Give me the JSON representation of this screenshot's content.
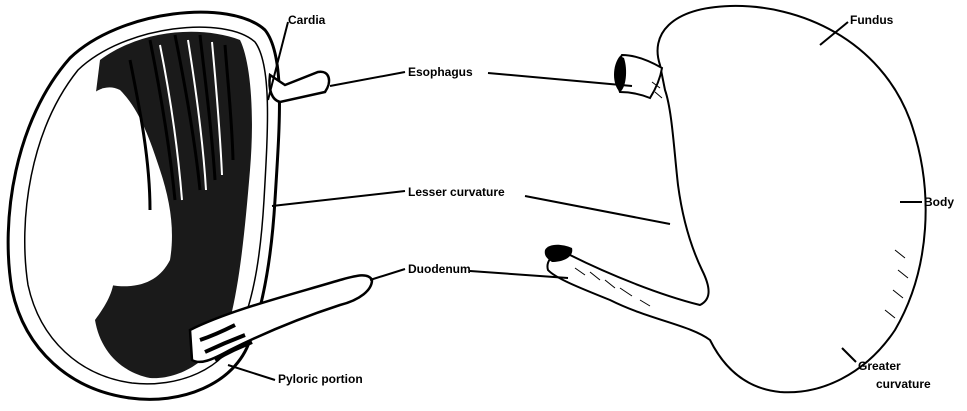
{
  "labels": {
    "cardia": "Cardia",
    "esophagus": "Esophagus",
    "lesser_curvature": "Lesser curvature",
    "duodenum": "Duodenum",
    "pyloric_portion": "Pyloric portion",
    "fundus": "Fundus",
    "body": "Body",
    "greater_curvature_line1": "Greater",
    "greater_curvature_line2": "curvature"
  },
  "colors": {
    "ink": "#000000",
    "paper": "#ffffff"
  }
}
